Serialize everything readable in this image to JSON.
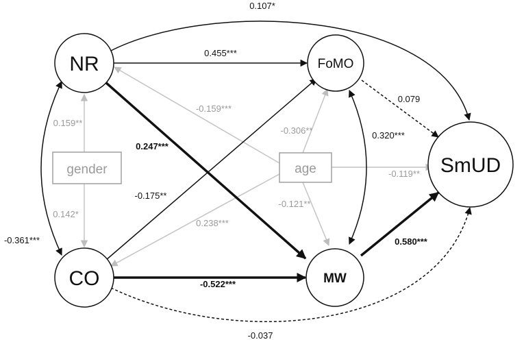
{
  "nodes": {
    "nr": "NR",
    "fomo": "FoMO",
    "smud": "SmUD",
    "co": "CO",
    "mw": "MW",
    "gender": "gender",
    "age": "age"
  },
  "paths": {
    "nr_smud": "0.107*",
    "nr_fomo": "0.455***",
    "fomo_smud": "0.079",
    "age_nr": "-0.159***",
    "age_fomo": "-0.306**",
    "fomo_mw": "0.320***",
    "nr_mw": "0.247***",
    "gender_nr": "0.159**",
    "co_fomo": "-0.175**",
    "age_smud": "-0.119**",
    "gender_co": "0.142*",
    "age_mw": "-0.121**",
    "age_co": "0.238***",
    "nr_co": "-0.361***",
    "mw_smud": "0.580***",
    "co_mw": "-0.522***",
    "co_smud": "-0.037"
  },
  "colors": {
    "black": "#111111",
    "gray": "#bdbdbd",
    "gray_text": "#9a9a9a"
  }
}
